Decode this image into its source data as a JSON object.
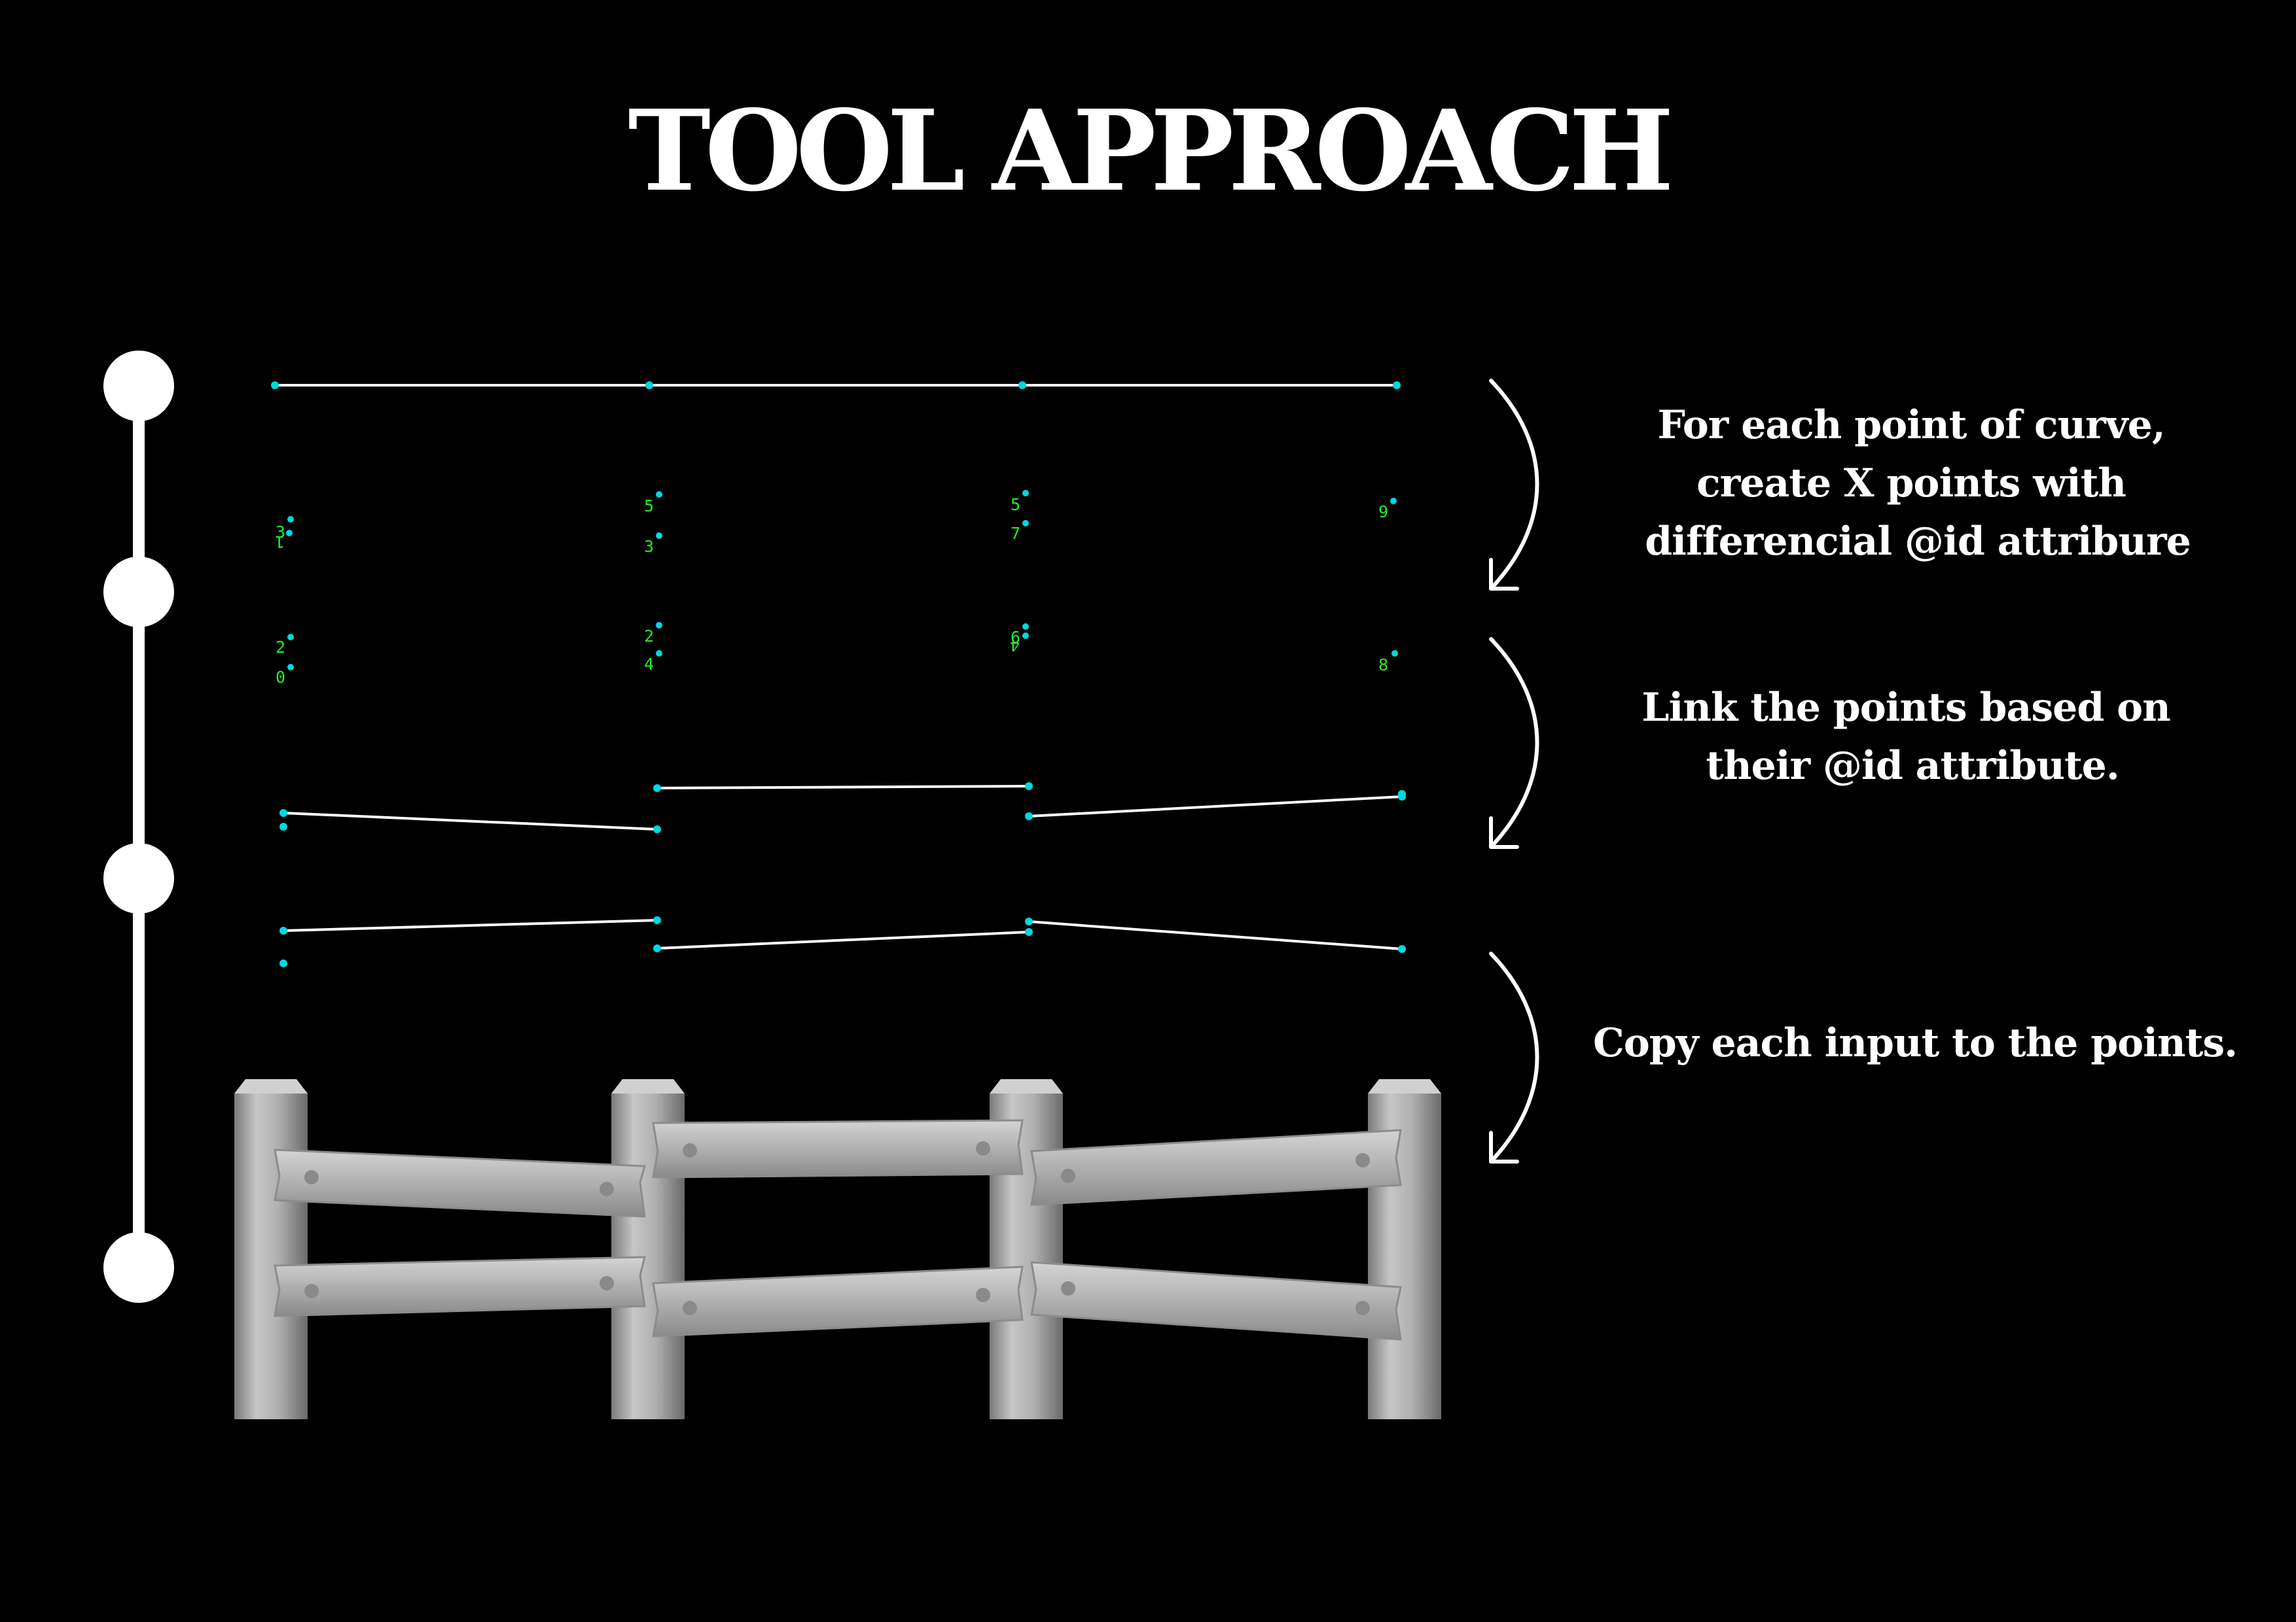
{
  "title": "TOOL APPROACH",
  "colors": {
    "background": "#000000",
    "foreground": "#ffffff",
    "curve_point": "#00d8e0",
    "id_label": "#22ee22",
    "fence_light": "#c8c8c8",
    "fence_mid": "#a4a4a4",
    "fence_dark": "#6e6e6e"
  },
  "steps": [
    {
      "lines": [
        "For each point of curve,",
        "create X points with",
        "differencial @id attribure"
      ]
    },
    {
      "lines": [
        "Link the points based on",
        "their @id attribute."
      ]
    },
    {
      "lines": [
        "Copy each input to the points."
      ]
    }
  ],
  "point_labels": [
    "3",
    "1",
    "5",
    "3",
    "5",
    "7",
    "9",
    "2",
    "0",
    "2",
    "4",
    "6",
    "4",
    "8"
  ],
  "icons": {
    "timeline": "timeline-icon",
    "arrow": "curved-arrow-down-icon",
    "fence": "fence-icon"
  }
}
